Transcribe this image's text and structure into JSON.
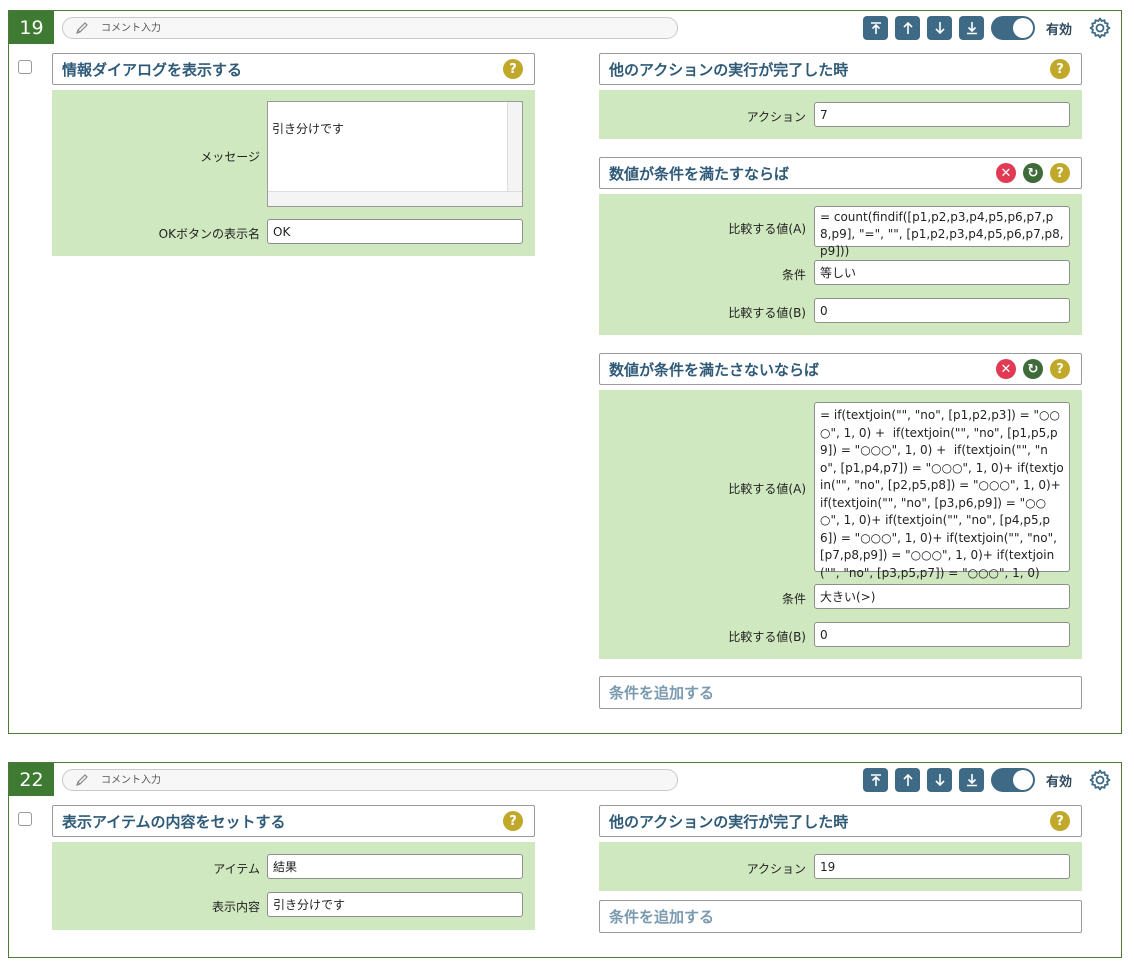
{
  "common": {
    "comment_placeholder": "コメント入力",
    "toggle_label": "有効",
    "add_condition": "条件を追加する"
  },
  "block19": {
    "number": "19",
    "action": {
      "title": "情報ダイアログを表示する",
      "message_label": "メッセージ",
      "message_value": "引き分けです",
      "ok_label": "OKボタンの表示名",
      "ok_value": "OK"
    },
    "trigger": {
      "title": "他のアクションの実行が完了した時",
      "action_label": "アクション",
      "action_value": "7"
    },
    "cond1": {
      "title": "数値が条件を満たすならば",
      "a_label": "比較する値(A)",
      "a_value": "= count(findif([p1,p2,p3,p4,p5,p6,p7,p8,p9], \"=\", \"\", [p1,p2,p3,p4,p5,p6,p7,p8,p9]))",
      "cond_label": "条件",
      "cond_value": "等しい",
      "b_label": "比較する値(B)",
      "b_value": "0"
    },
    "cond2": {
      "title": "数値が条件を満たさないならば",
      "a_label": "比較する値(A)",
      "a_value": "= if(textjoin(\"\", \"no\", [p1,p2,p3]) = \"○○○\", 1, 0) +  if(textjoin(\"\", \"no\", [p1,p5,p9]) = \"○○○\", 1, 0) +  if(textjoin(\"\", \"no\", [p1,p4,p7]) = \"○○○\", 1, 0)+ if(textjoin(\"\", \"no\", [p2,p5,p8]) = \"○○○\", 1, 0)+ if(textjoin(\"\", \"no\", [p3,p6,p9]) = \"○○○\", 1, 0)+ if(textjoin(\"\", \"no\", [p4,p5,p6]) = \"○○○\", 1, 0)+ if(textjoin(\"\", \"no\", [p7,p8,p9]) = \"○○○\", 1, 0)+ if(textjoin(\"\", \"no\", [p3,p5,p7]) = \"○○○\", 1, 0)",
      "cond_label": "条件",
      "cond_value": "大きい(>)",
      "b_label": "比較する値(B)",
      "b_value": "0"
    }
  },
  "block22": {
    "number": "22",
    "action": {
      "title": "表示アイテムの内容をセットする",
      "item_label": "アイテム",
      "item_value": "結果",
      "content_label": "表示内容",
      "content_value": "引き分けです"
    },
    "trigger": {
      "title": "他のアクションの実行が完了した時",
      "action_label": "アクション",
      "action_value": "19"
    }
  },
  "colors": {
    "badge": "#3f7a32",
    "button": "#3e6a85",
    "panel_green": "#cfe8bf",
    "title_text": "#2f5a78",
    "help": "#c0a82b",
    "delete": "#e03a55",
    "refresh": "#3f6a3a"
  },
  "icons": [
    "pencil-icon",
    "move-top-icon",
    "move-up-icon",
    "move-down-icon",
    "move-bottom-icon",
    "gear-icon",
    "help-icon",
    "delete-icon",
    "refresh-icon"
  ]
}
